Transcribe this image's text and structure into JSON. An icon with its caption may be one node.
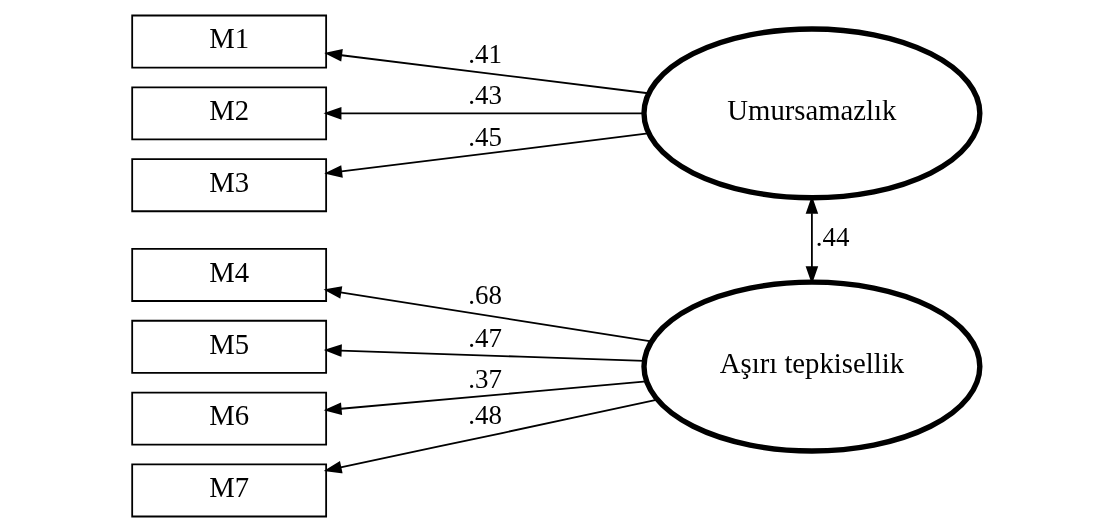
{
  "diagram": {
    "nodes": [
      {
        "text": [
          "M1"
        ]
      },
      {
        "text": [
          "M2"
        ]
      },
      {
        "text": [
          "M3"
        ]
      },
      {
        "text": [
          "Umursamazlık"
        ]
      },
      {
        "text": [
          "M4"
        ]
      },
      {
        "text": [
          "M5"
        ]
      },
      {
        "text": [
          "M6"
        ]
      },
      {
        "text": [
          "M7"
        ]
      },
      {
        "text": [
          "Aşırı tepkisellik"
        ]
      }
    ],
    "edges": [
      {
        "from": 3,
        "to": 0,
        "arrow": "to",
        "label": ".41"
      },
      {
        "from": 3,
        "to": 1,
        "arrow": "to",
        "label": ".43"
      },
      {
        "from": 3,
        "to": 2,
        "arrow": "to",
        "label": ".45"
      },
      {
        "from": 8,
        "to": 4,
        "arrow": "to",
        "label": ".68"
      },
      {
        "from": 8,
        "to": 5,
        "arrow": "to",
        "label": ".47"
      },
      {
        "from": 8,
        "to": 6,
        "arrow": "to",
        "label": ".37"
      },
      {
        "from": 8,
        "to": 7,
        "arrow": "to",
        "label": ".48"
      },
      {
        "from": 3,
        "to": 8,
        "arrow": "both",
        "label": ".44"
      }
    ]
  }
}
